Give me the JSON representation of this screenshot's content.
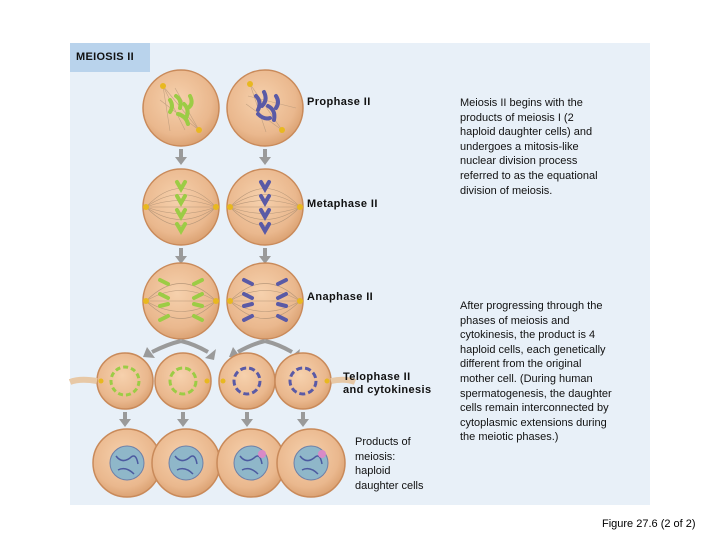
{
  "figure": {
    "section_title": "MEIOSIS II",
    "stages": {
      "prophase": "Prophase II",
      "metaphase": "Metaphase II",
      "anaphase": "Anaphase II",
      "telophase": "Telophase II\nand cytokinesis",
      "products": "Products of\nmeiosis:\nhaploid\ndaughter cells"
    },
    "descriptions": {
      "intro": "Meiosis II begins with the\nproducts of meiosis I (2\nhaploid daughter cells) and\nundergoes a mitosis-like\nnuclear division process\nreferred to as the equational\ndivision of meiosis.",
      "outcome": "After progressing through the\nphases of meiosis and\ncytokinesis, the product is 4\nhaploid cells, each genetically\ndifferent from the original\nmother cell. (During human\nspermatogenesis, the daughter\ncells remain interconnected by\ncytoplasmic extensions during\nthe meiotic phases.)"
    },
    "caption": "Figure 27.6 (2 of 2)",
    "colors": {
      "panel": "#e8f0f8",
      "header": "#b9d3ec",
      "cell_fill": "#eab88e",
      "cell_edge": "#c98a5a",
      "chromosome_green": "#9ccc45",
      "chromosome_purple": "#5a5aa6",
      "centrosome": "#e8b820",
      "arrow": "#9a9a9a"
    }
  }
}
